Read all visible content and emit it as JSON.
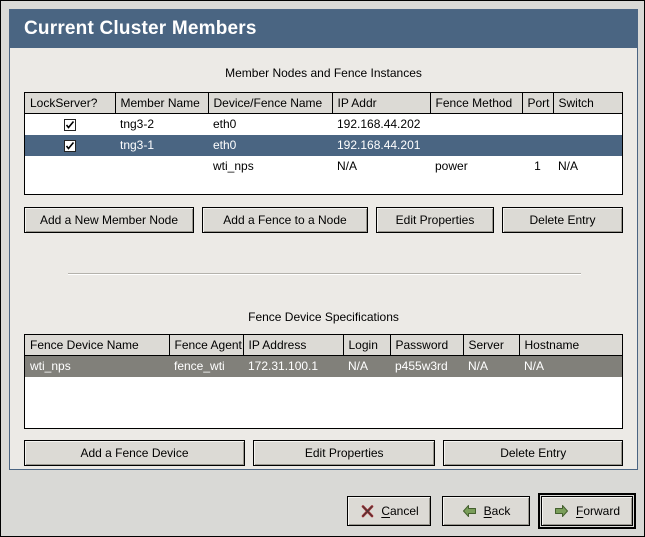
{
  "window": {
    "title": "Current Cluster Members",
    "accent_color": "#4a6582",
    "panel_bg": "#eceae6",
    "control_bg": "#dcdad5",
    "selected_row_blue": "#4a6582",
    "selected_row_gray": "#81807a"
  },
  "members_section": {
    "caption": "Member Nodes and Fence Instances",
    "columns": [
      "LockServer?",
      "Member Name",
      "Device/Fence Name",
      "IP Addr",
      "Fence Method",
      "Port",
      "Switch"
    ],
    "rows": [
      {
        "lockserver_checked": true,
        "member_name": "tng3-2",
        "device_fence_name": "eth0",
        "ip_addr": "192.168.44.202",
        "fence_method": "",
        "port": "",
        "switch": "",
        "selected": false
      },
      {
        "lockserver_checked": true,
        "member_name": "tng3-1",
        "device_fence_name": "eth0",
        "ip_addr": "192.168.44.201",
        "fence_method": "",
        "port": "",
        "switch": "",
        "selected": true
      },
      {
        "lockserver_checked": false,
        "member_name": "",
        "device_fence_name": "wti_nps",
        "ip_addr": "N/A",
        "fence_method": "power",
        "port": "1",
        "switch": "N/A",
        "selected": false
      }
    ],
    "buttons": [
      "Add a New Member Node",
      "Add a Fence to a Node",
      "Edit Properties",
      "Delete Entry"
    ]
  },
  "fence_section": {
    "caption": "Fence Device Specifications",
    "columns": [
      "Fence Device Name",
      "Fence Agent",
      "IP Address",
      "Login",
      "Password",
      "Server",
      "Hostname"
    ],
    "rows": [
      {
        "fence_device_name": "wti_nps",
        "fence_agent": "fence_wti",
        "ip_address": "172.31.100.1",
        "login": "N/A",
        "password": "p455w3rd",
        "server": "N/A",
        "hostname": "N/A",
        "selected": true
      }
    ],
    "buttons": [
      "Add a Fence Device",
      "Edit Properties",
      "Delete Entry"
    ]
  },
  "footer": {
    "cancel": {
      "label": "Cancel",
      "mnemonic": "C",
      "icon": "close-x-icon",
      "icon_color": "#9e2b30"
    },
    "back": {
      "label": "Back",
      "mnemonic": "B",
      "icon": "arrow-left-icon",
      "icon_color": "#6b8f4e"
    },
    "forward": {
      "label": "Forward",
      "mnemonic": "F",
      "icon": "arrow-right-icon",
      "icon_color": "#6b8f4e",
      "focused": true
    }
  }
}
